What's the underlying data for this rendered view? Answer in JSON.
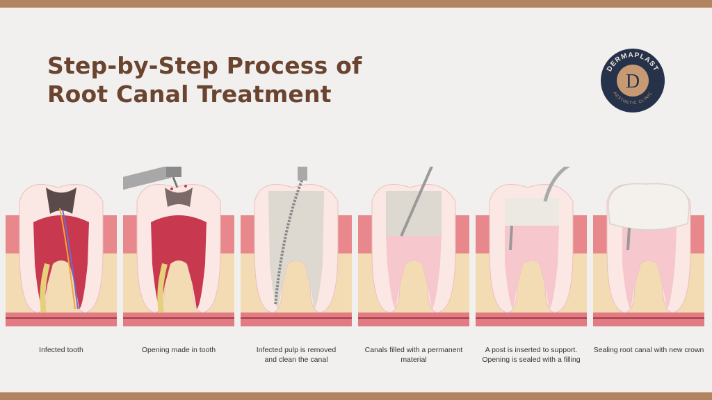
{
  "title": {
    "line1": "Step-by-Step Process of",
    "line2": "Root Canal Treatment"
  },
  "logo": {
    "top_text": "DERMAPLAST",
    "bottom_text": "AESTHETIC CLINIC",
    "monogram": "D"
  },
  "steps": [
    {
      "caption": "Infected tooth"
    },
    {
      "caption": "Opening made in tooth"
    },
    {
      "caption": "Infected pulp is removed\nand clean the canal"
    },
    {
      "caption": "Canals filled with a permanent\nmaterial"
    },
    {
      "caption": "A post is inserted to support.\nOpening is sealed with a filling"
    },
    {
      "caption": "Sealing root canal with new crown"
    }
  ],
  "colors": {
    "accent_bar": "#b08560",
    "title": "#6b4430",
    "gum": "#e8878c",
    "bone": "#f3dcb4",
    "pulp": "#c8384e"
  }
}
